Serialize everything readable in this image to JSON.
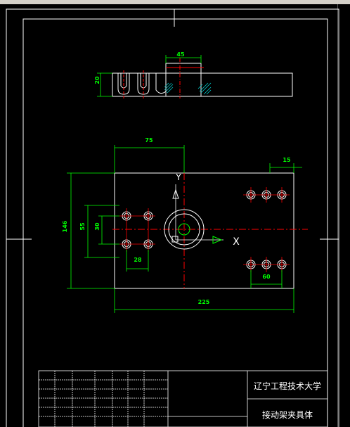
{
  "window": {
    "title": ""
  },
  "drawing": {
    "dims": {
      "top_width": "45",
      "top_height": "20",
      "overall_length": "225",
      "overall_height": "146",
      "hole_offset_x": "75",
      "right_hole_pitch": "15",
      "left_group_height": "55",
      "left_hole_pitch_v": "30",
      "left_hole_pitch_h": "28",
      "right_group_width": "60"
    },
    "axes": {
      "x": "X",
      "y": "Y"
    }
  },
  "title_block": {
    "school": "辽宁工程技术大学",
    "drawing_name": "接动架夹具体"
  },
  "colors": {
    "outline": "#ffffff",
    "dimension": "#00ff00",
    "center": "#ff0000",
    "hatch": "#00c8c8"
  }
}
